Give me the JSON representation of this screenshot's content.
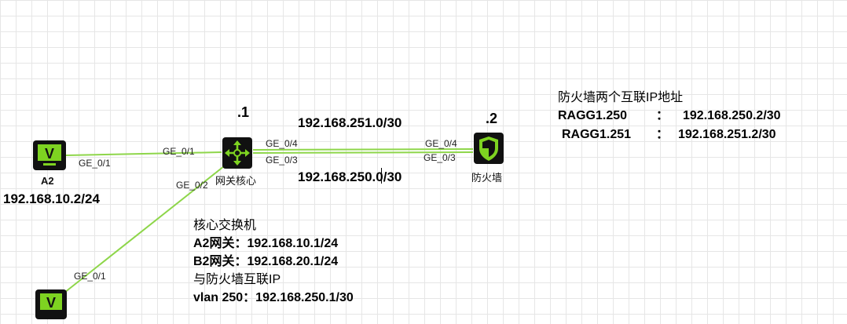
{
  "colors": {
    "link": "#8ed64a",
    "device_bg": "#111111",
    "device_accent": "#7ed321"
  },
  "devices": {
    "host_a2": {
      "icon": "monitor-icon",
      "name": "A2",
      "ip": "192.168.10.2/24"
    },
    "core": {
      "icon": "switch-icon",
      "name": "网关核心",
      "dot": ".1"
    },
    "firewall": {
      "icon": "shield-icon",
      "name": "防火墙",
      "dot": ".2"
    },
    "host_b2": {
      "icon": "monitor-icon"
    }
  },
  "ports": {
    "a2_ge01": "GE_0/1",
    "core_ge01": "GE_0/1",
    "core_ge04": "GE_0/4",
    "core_ge03": "GE_0/3",
    "core_ge02": "GE_0/2",
    "fw_ge04": "GE_0/4",
    "fw_ge03": "GE_0/3",
    "b2_ge01": "GE_0/1"
  },
  "subnets": {
    "top": "192.168.251.0/30",
    "bottom": "192.168.250.0/30"
  },
  "firewall_note": {
    "title": "防火墙两个互联IP地址",
    "rows": [
      {
        "name": "RAGG1.250",
        "sep": "：",
        "ip": "192.168.250.2/30"
      },
      {
        "name": "RAGG1.251",
        "sep": "：",
        "ip": "192.168.251.2/30"
      }
    ]
  },
  "core_note": {
    "title": "核心交换机",
    "lines": [
      {
        "key": "A2网关：",
        "val": "192.168.10.1/24"
      },
      {
        "key": "B2网关：",
        "val": "192.168.20.1/24"
      }
    ],
    "sub": "与防火墙互联IP",
    "vlan": {
      "key": "vlan 250：",
      "val": "192.168.250.1/30"
    }
  }
}
